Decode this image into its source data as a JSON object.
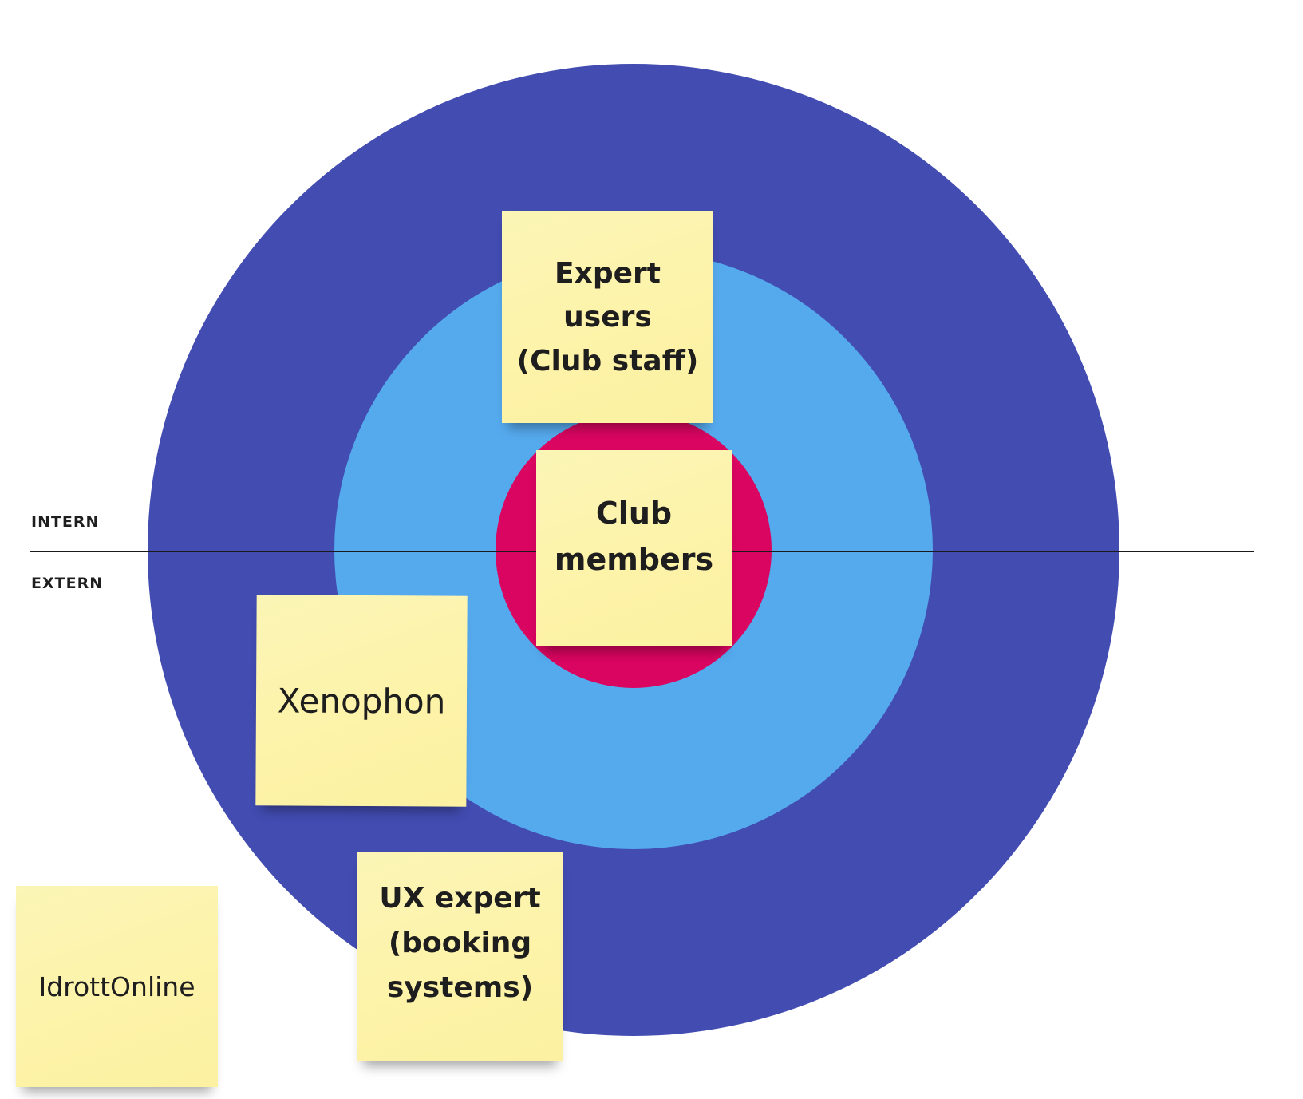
{
  "zones": {
    "intern_label": "INTERN",
    "extern_label": "EXTERN"
  },
  "rings": {
    "outer_color": "#424cb1",
    "middle_color": "#55aaee",
    "inner_color": "#d90560"
  },
  "sticky_notes": {
    "expert_users": "Expert\nusers\n(Club staff)",
    "club_members": "Club\nmembers",
    "xenophon": "Xenophon",
    "ux_expert": "UX expert\n(booking\nsystems)",
    "idrottonline": "IdrottOnline"
  },
  "sticky_color": "#fdf3a9"
}
